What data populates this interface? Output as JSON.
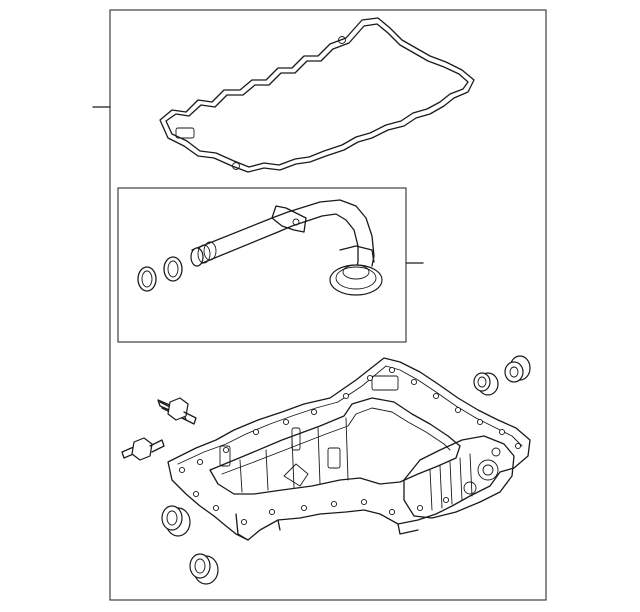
{
  "diagram": {
    "callouts": [],
    "parts": [
      {
        "id": "oil-pan-gasket",
        "icon": "gasket-icon"
      },
      {
        "id": "oil-pickup-tube-assembly",
        "icon": "pickup-tube-icon"
      },
      {
        "id": "pickup-tube-seal-ring-1",
        "icon": "o-ring-icon"
      },
      {
        "id": "pickup-tube-seal-ring-2",
        "icon": "o-ring-icon"
      },
      {
        "id": "oil-pan",
        "icon": "oil-pan-icon"
      },
      {
        "id": "plug-left",
        "icon": "plug-icon"
      },
      {
        "id": "plug-bottom",
        "icon": "plug-icon"
      },
      {
        "id": "plug-right-1",
        "icon": "plug-icon"
      },
      {
        "id": "plug-right-2",
        "icon": "plug-icon"
      },
      {
        "id": "stud-upper",
        "icon": "stud-icon"
      },
      {
        "id": "stud-lower",
        "icon": "stud-icon"
      }
    ]
  }
}
